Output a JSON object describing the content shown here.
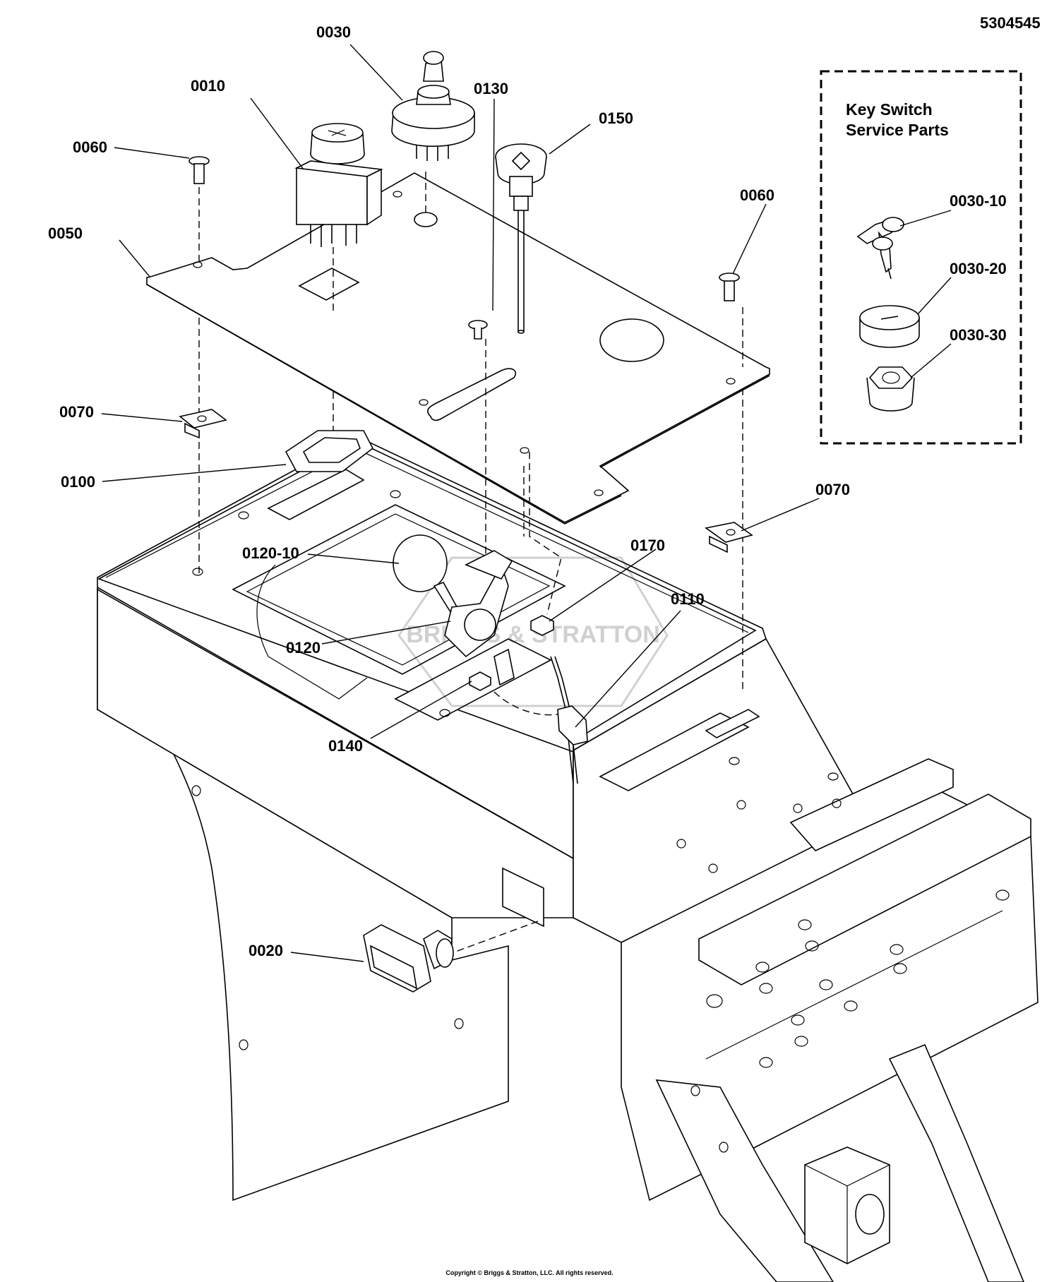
{
  "diagram_number": "5304545",
  "copyright": "Copyright © Briggs & Stratton, LLC. All rights reserved.",
  "watermark": "BRIGGS & STRATTON",
  "service_kit": {
    "title_line1": "Key Switch",
    "title_line2": "Service Parts",
    "parts": [
      "0030-10",
      "0030-20",
      "0030-30"
    ]
  },
  "callouts": {
    "c0010": "0010",
    "c0020": "0020",
    "c0030": "0030",
    "c0050": "0050",
    "c0060a": "0060",
    "c0060b": "0060",
    "c0070a": "0070",
    "c0070b": "0070",
    "c0100": "0100",
    "c0110": "0110",
    "c0120": "0120",
    "c0120_10": "0120-10",
    "c0130": "0130",
    "c0140": "0140",
    "c0150": "0150",
    "c0170": "0170",
    "c0030_10": "0030-10",
    "c0030_20": "0030-20",
    "c0030_30": "0030-30"
  }
}
